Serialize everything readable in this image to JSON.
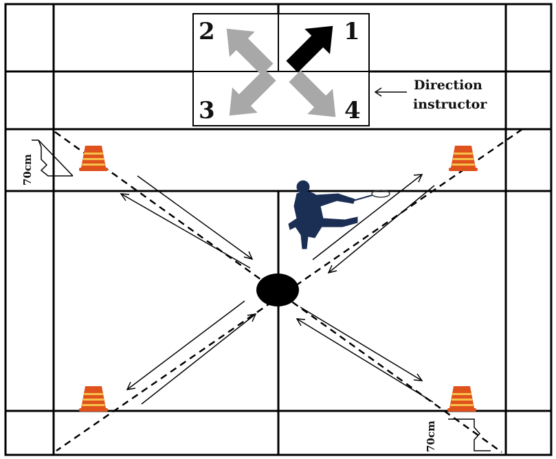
{
  "diagram": {
    "direction_instructor": {
      "label_line1": "Direction",
      "label_line2": "instructor",
      "arrows": [
        {
          "number": "1",
          "direction": "up-right",
          "state": "active",
          "color": "#000000"
        },
        {
          "number": "2",
          "direction": "up-left",
          "state": "inactive",
          "color": "#a8a8a8"
        },
        {
          "number": "3",
          "direction": "down-left",
          "state": "inactive",
          "color": "#a8a8a8"
        },
        {
          "number": "4",
          "direction": "down-right",
          "state": "inactive",
          "color": "#a8a8a8"
        }
      ]
    },
    "distance_label_top_left": "70cm",
    "distance_label_bottom_right": "70cm",
    "center_marker_color": "#000000",
    "cone_colors": {
      "body": "#e0521c",
      "stripe": "#f6c24a"
    },
    "player_color": "#1b2f55",
    "court_line_color": "#000000"
  }
}
